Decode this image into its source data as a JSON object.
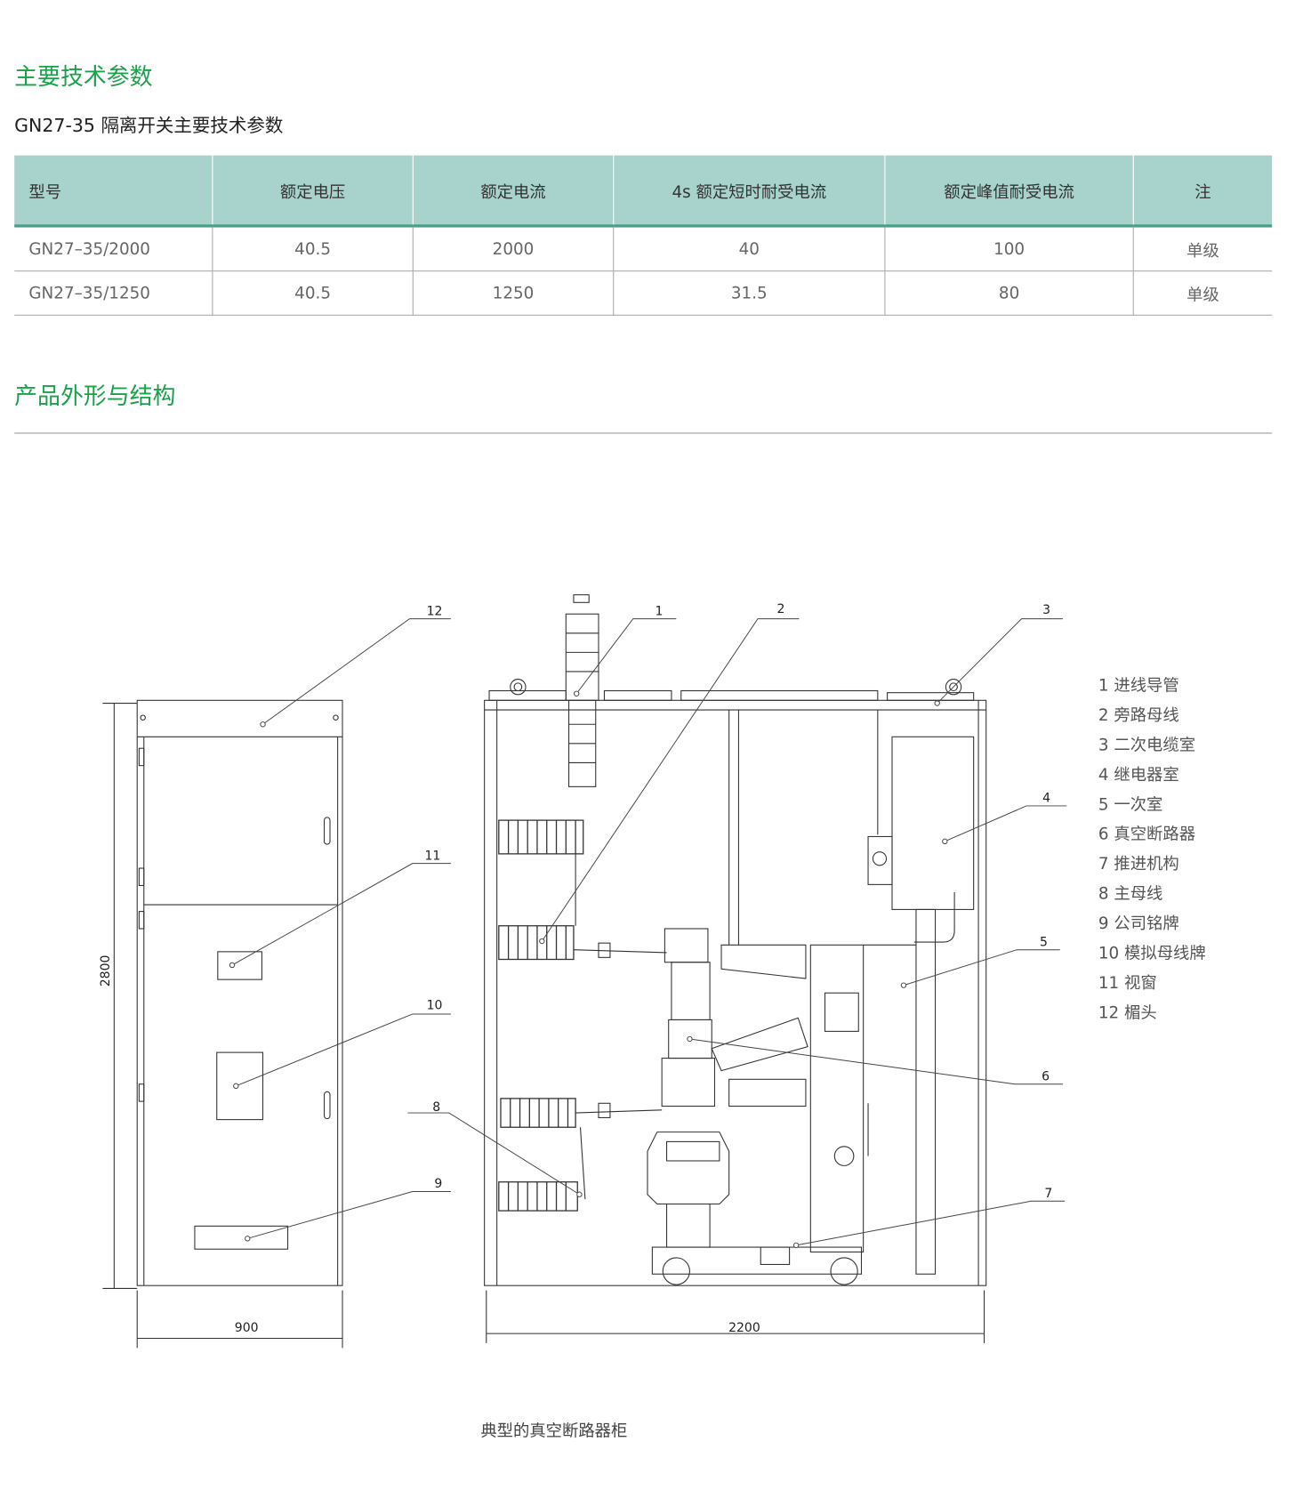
{
  "section1": {
    "title": "主要技术参数",
    "subtitle": "GN27-35 隔离开关主要技术参数"
  },
  "table": {
    "headers": [
      "型号",
      "额定电压",
      "额定电流",
      "4s 额定短时耐受电流",
      "额定峰值耐受电流",
      "注"
    ],
    "rows": [
      [
        "GN27–35/2000",
        "40.5",
        "2000",
        "40",
        "100",
        "单级"
      ],
      [
        "GN27–35/1250",
        "40.5",
        "1250",
        "31.5",
        "80",
        "单级"
      ]
    ]
  },
  "section2": {
    "title": "产品外形与结构"
  },
  "diagram": {
    "callouts": [
      "1",
      "2",
      "3",
      "4",
      "5",
      "6",
      "7",
      "8",
      "9",
      "10",
      "11",
      "12"
    ],
    "dims": {
      "height": "2800",
      "width_left": "900",
      "width_right": "2200"
    },
    "legend": [
      "1 进线导管",
      "2 旁路母线",
      "3 二次电缆室",
      "4 继电器室",
      "5 一次室",
      "6 真空断路器",
      "7 推进机构",
      "8 主母线",
      "9 公司铭牌",
      "10 模拟母线牌",
      "11 视窗",
      "12 楣头"
    ],
    "caption": "典型的真空断路器柜"
  }
}
